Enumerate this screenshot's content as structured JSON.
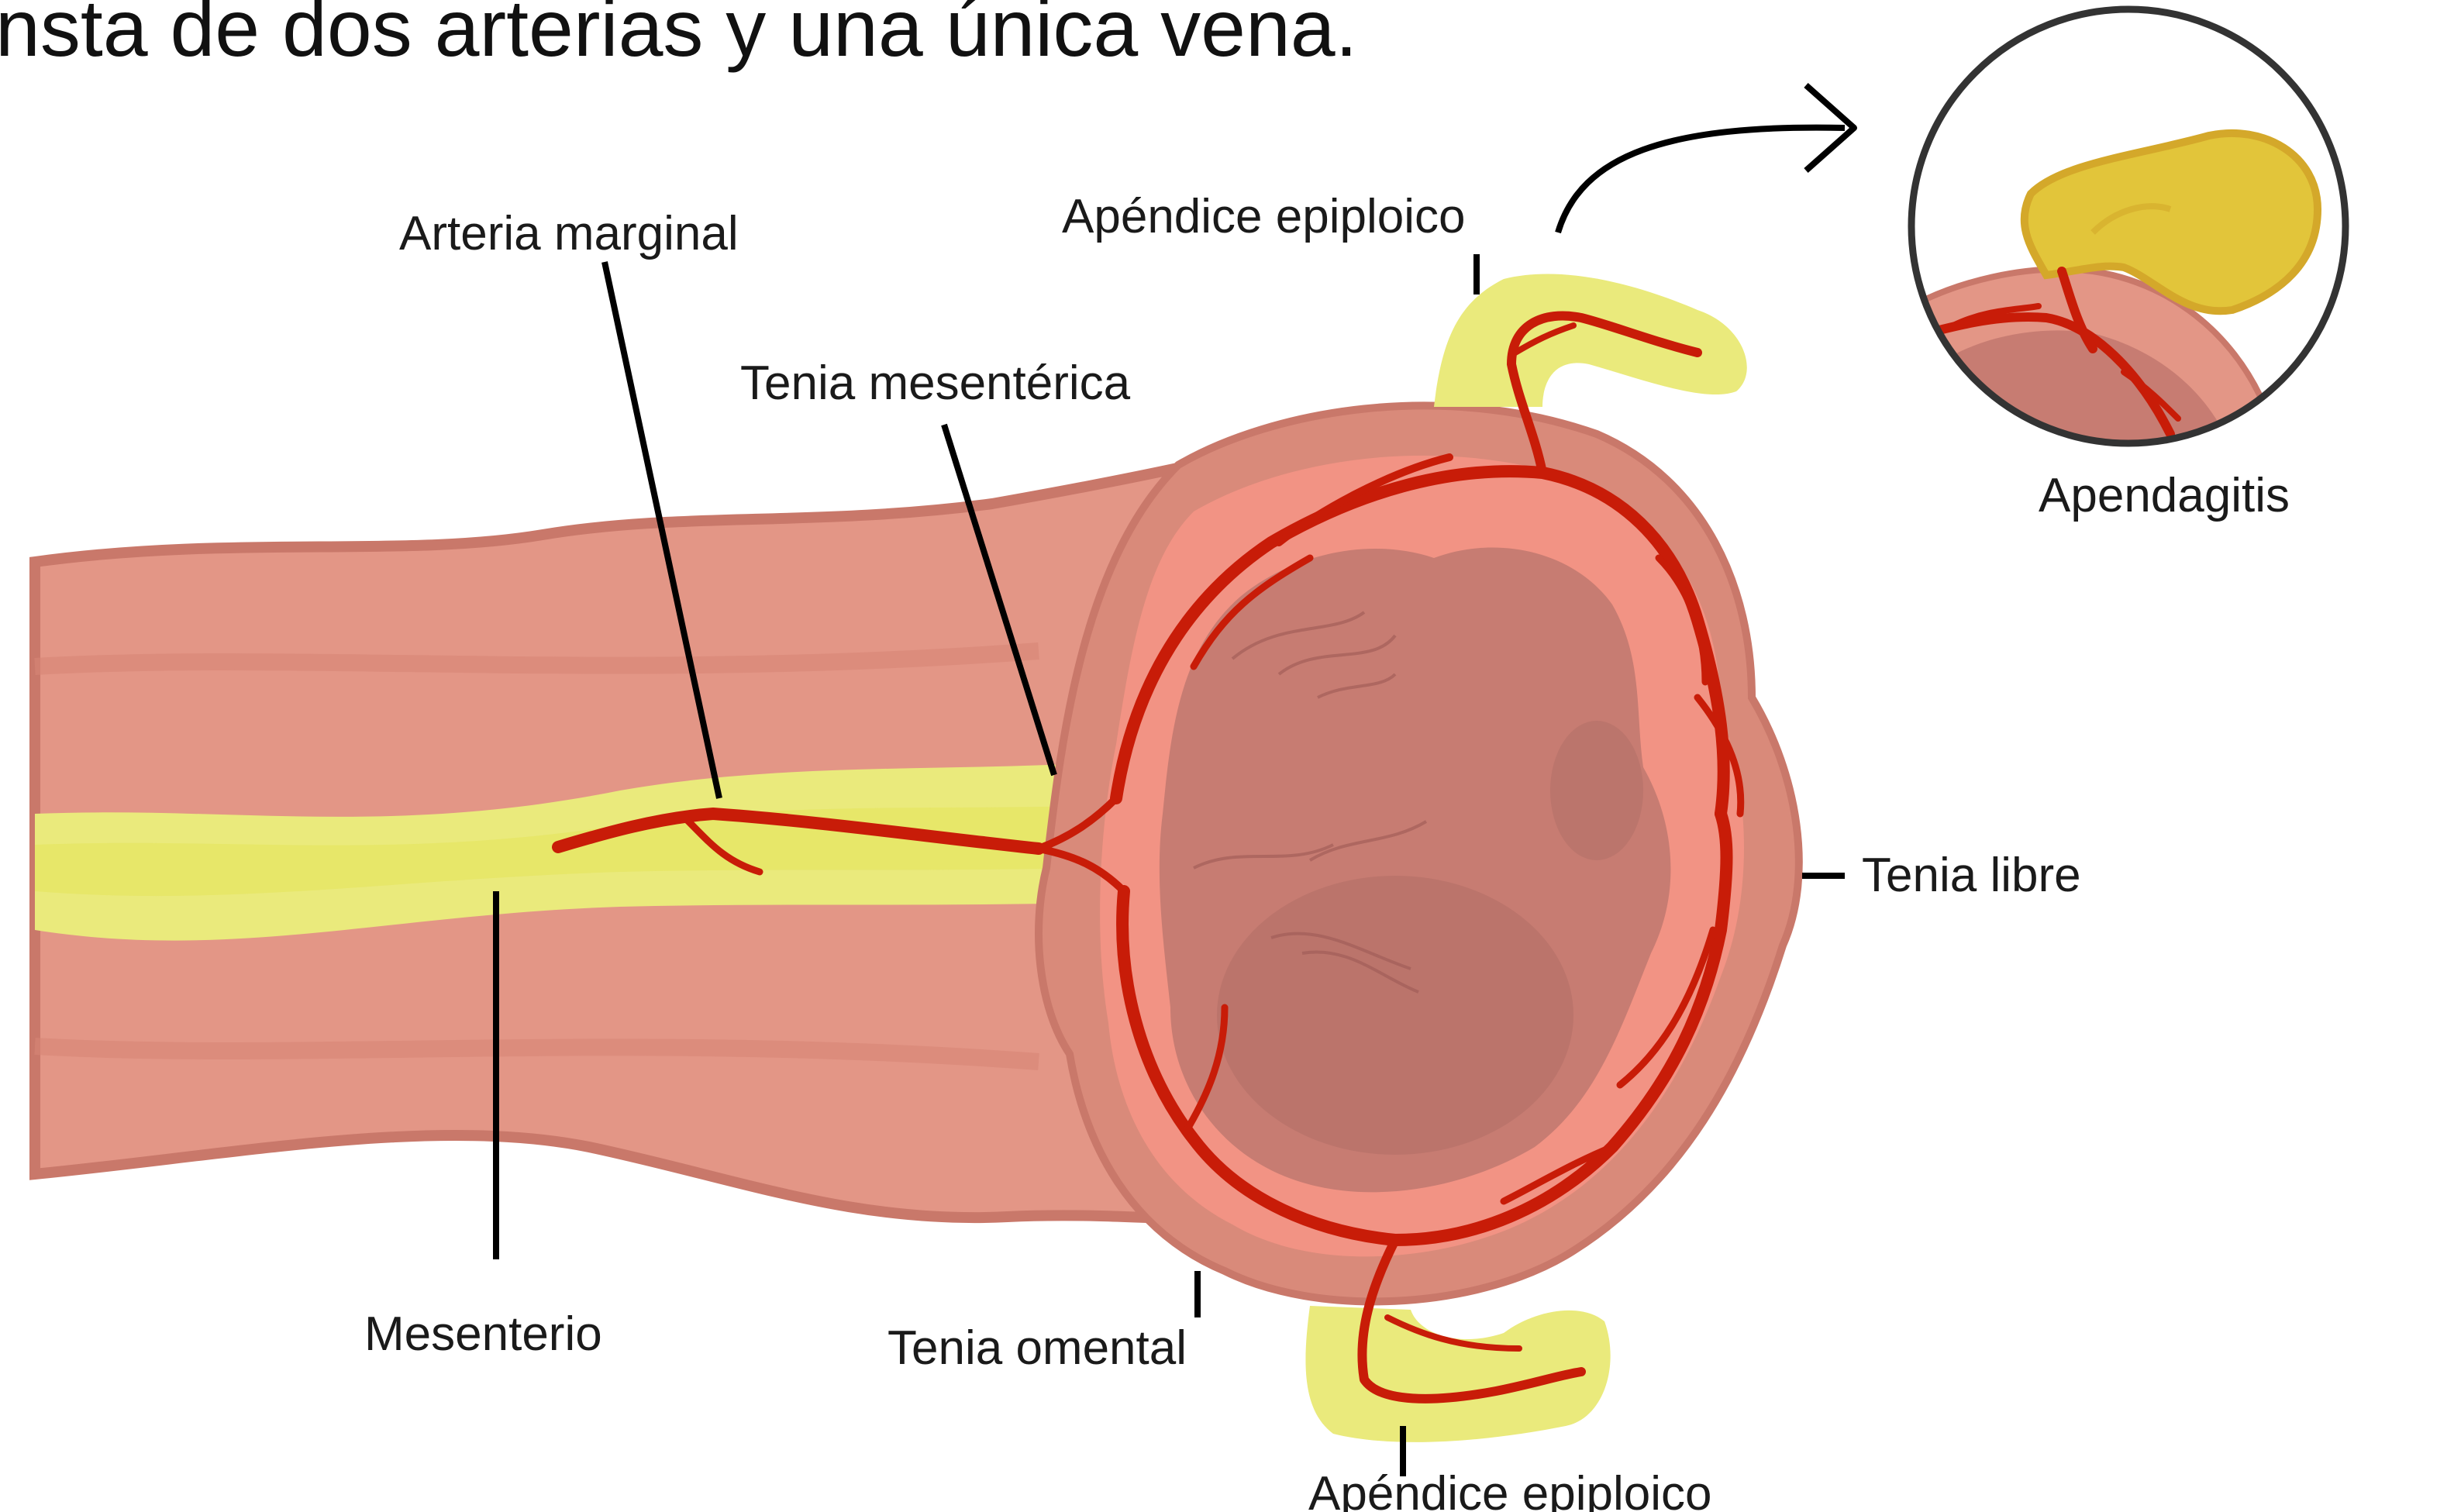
{
  "heading": "nsta de dos arterias y una única vena.",
  "labels": {
    "arteria_marginal": "Arteria marginal",
    "apendice_top": "Apéndice epiploico",
    "tenia_mesenterica": "Tenia mesentérica",
    "tenia_libre": "Tenia libre",
    "mesenterio": "Mesenterio",
    "tenia_omental": "Tenia omental",
    "apendice_bottom": "Apéndice epiploico",
    "apendagitis": "Apendagitis"
  },
  "colors": {
    "colon_outer": "#d98a7a",
    "colon_body": "#e39686",
    "colon_edge": "#c9786a",
    "lumen_ring": "#f29384",
    "lumen": "#c77c72",
    "lumen_dark": "#b06d66",
    "fat": "#eaea7c",
    "fat_core": "#e3e35a",
    "vessel": "#c81c08",
    "inflamed_fat": "#e2c53a",
    "inflamed_fat_edge": "#d4a82a"
  }
}
